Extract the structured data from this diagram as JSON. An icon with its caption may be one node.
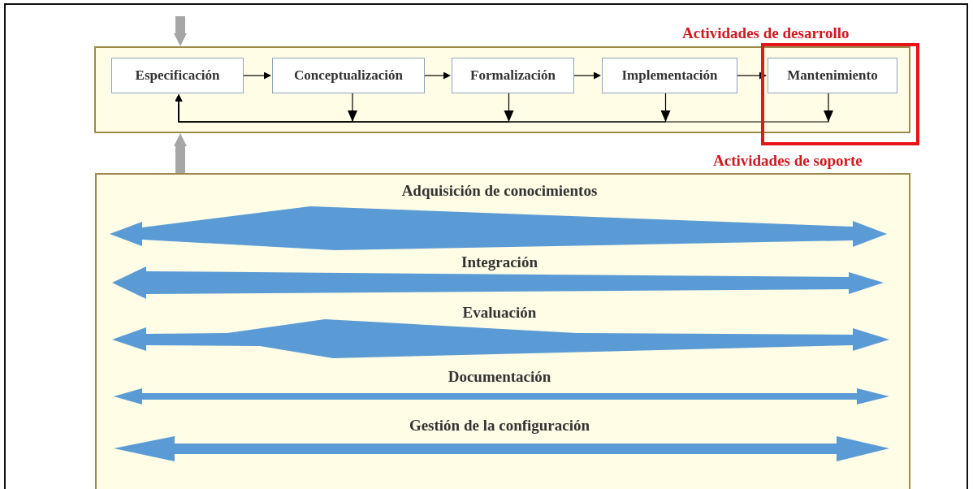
{
  "diagram": {
    "nodes": [
      {
        "text": [
          "Actividades de desarrollo"
        ]
      },
      {
        "text": [
          "Especificación"
        ],
        "in": 0
      },
      {
        "text": [
          "Conceptualización"
        ],
        "in": 0
      },
      {
        "text": [
          "Formalización"
        ],
        "in": 0
      },
      {
        "text": [
          "Implementación"
        ],
        "in": 0
      },
      {
        "text": [
          "Mantenimiento"
        ],
        "in": 0
      },
      {
        "text": [
          "Actividades de soporte"
        ]
      },
      {
        "text": [
          "Adquisición de conocimientos"
        ],
        "in": 6
      },
      {
        "text": [
          "Integración"
        ],
        "in": 6
      },
      {
        "text": [
          "Evaluación"
        ],
        "in": 6
      },
      {
        "text": [
          "Documentación"
        ],
        "in": 6
      },
      {
        "text": [
          "Gestión de la configuración"
        ],
        "in": 6
      }
    ],
    "edges": [
      {
        "from": null,
        "to": 0,
        "arrow": "to",
        "style": "thick",
        "color": "#a6a6a6"
      },
      {
        "from": 6,
        "to": 0,
        "arrow": "to",
        "style": "thick",
        "color": "#a6a6a6"
      },
      {
        "from": 1,
        "to": 2,
        "arrow": "to"
      },
      {
        "from": 2,
        "to": 3,
        "arrow": "to"
      },
      {
        "from": 3,
        "to": 4,
        "arrow": "to"
      },
      {
        "from": 4,
        "to": 5,
        "arrow": "to"
      },
      {
        "from": 2,
        "to": 1,
        "arrow": "to"
      },
      {
        "from": 3,
        "to": 1,
        "arrow": "to"
      },
      {
        "from": 4,
        "to": 1,
        "arrow": "to"
      },
      {
        "from": 5,
        "to": 1,
        "arrow": "to"
      }
    ]
  }
}
